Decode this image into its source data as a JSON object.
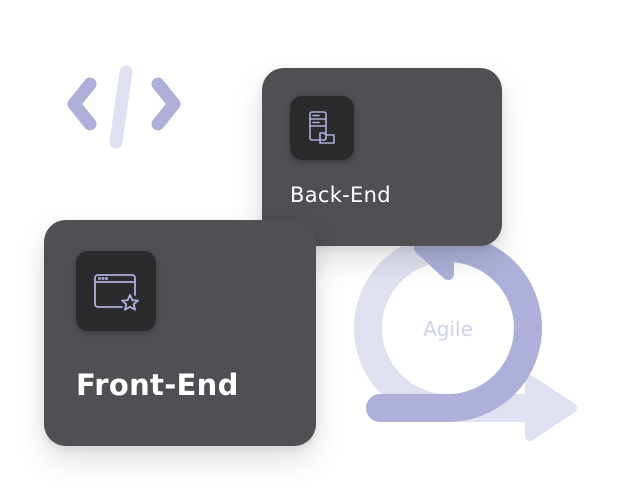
{
  "cards": {
    "back_end": {
      "title": "Back-End",
      "icon": "server-folder-icon"
    },
    "front_end": {
      "title": "Front-End",
      "icon": "browser-window-star-icon"
    }
  },
  "agile": {
    "label": "Agile",
    "icon": "cycle-arrow-icon"
  },
  "code": {
    "icon": "code-brackets-icon"
  },
  "colors": {
    "card_bg": "#505054",
    "tile_bg": "#2b2b2e",
    "accent_dark": "#aeb0d9",
    "accent_light": "#dfe1f0",
    "agile_text": "#cfd1e8"
  }
}
